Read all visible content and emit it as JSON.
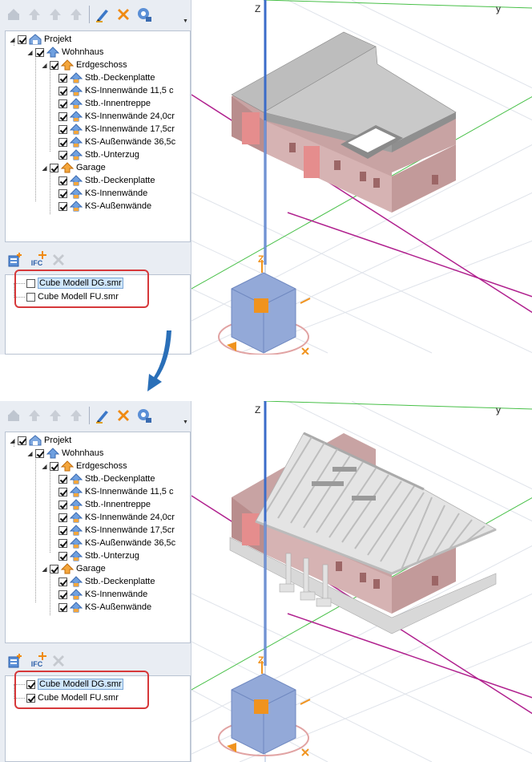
{
  "toolbar": {
    "icons": [
      "import-icon",
      "move-up-icon",
      "move-up-all-icon",
      "move-top-icon",
      "edit-pen-icon",
      "delete-x-icon",
      "visibility-settings-icon"
    ],
    "more_glyph": "▼"
  },
  "tree": {
    "projekt": "Projekt",
    "wohnhaus": "Wohnhaus",
    "erdgeschoss": "Erdgeschoss",
    "erd_items": [
      "Stb.-Deckenplatte",
      "KS-Innenwände 11,5 c",
      "Stb.-Innentreppe",
      "KS-Innenwände 24,0cr",
      "KS-Innenwände 17,5cr",
      "KS-Außenwände 36,5c",
      "Stb.-Unterzug"
    ],
    "garage": "Garage",
    "garage_items": [
      "Stb.-Deckenplatte",
      "KS-Innenwände",
      "KS-Außenwände"
    ]
  },
  "ref_toolbar": {
    "ifc_label": "IFC"
  },
  "references": {
    "before": [
      {
        "label": "Cube Modell DG.smr",
        "checked": false
      },
      {
        "label": "Cube Modell FU.smr",
        "checked": false
      }
    ],
    "after": [
      {
        "label": "Cube Modell DG.smr",
        "checked": true
      },
      {
        "label": "Cube Modell FU.smr",
        "checked": true
      }
    ]
  },
  "viewport": {
    "axis_z": "Z",
    "axis_y": "y",
    "cube_label": "Z"
  },
  "colors": {
    "pane_bg": "#e9edf3",
    "highlight": "#d6383a",
    "arrow": "#2a6fb8",
    "axis_z": "#3b6cc9",
    "axis_x": "#b0208e",
    "axis_y": "#48c048",
    "orange": "#f0931e"
  }
}
